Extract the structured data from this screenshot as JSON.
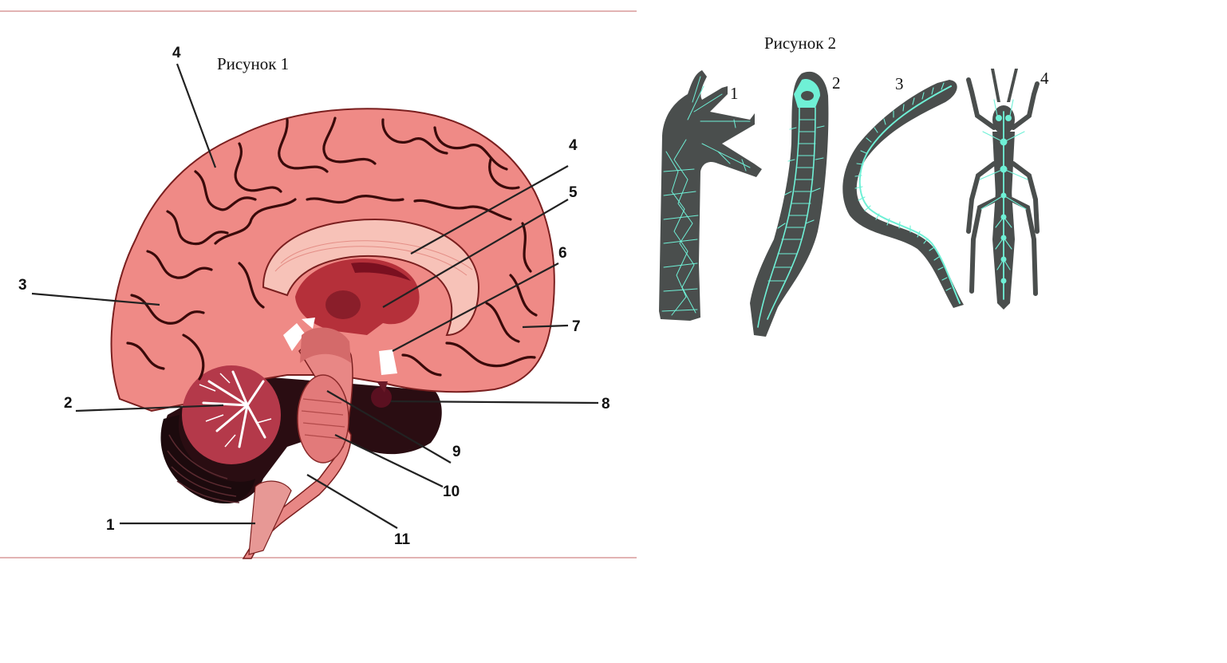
{
  "figure1": {
    "title": "Рисунок 1",
    "labels": [
      "4",
      "4",
      "5",
      "6",
      "7",
      "8",
      "9",
      "10",
      "11",
      "1",
      "2",
      "3"
    ]
  },
  "figure2": {
    "title": "Рисунок 2",
    "labels": [
      "1",
      "2",
      "3",
      "4"
    ]
  },
  "colors": {
    "cortex": "#ef8a86",
    "cortex_dark": "#3a0a0a",
    "border_line": "#d89a9a",
    "animal_body": "#4a4e4d",
    "nerve_net": "#6ff0d6"
  }
}
